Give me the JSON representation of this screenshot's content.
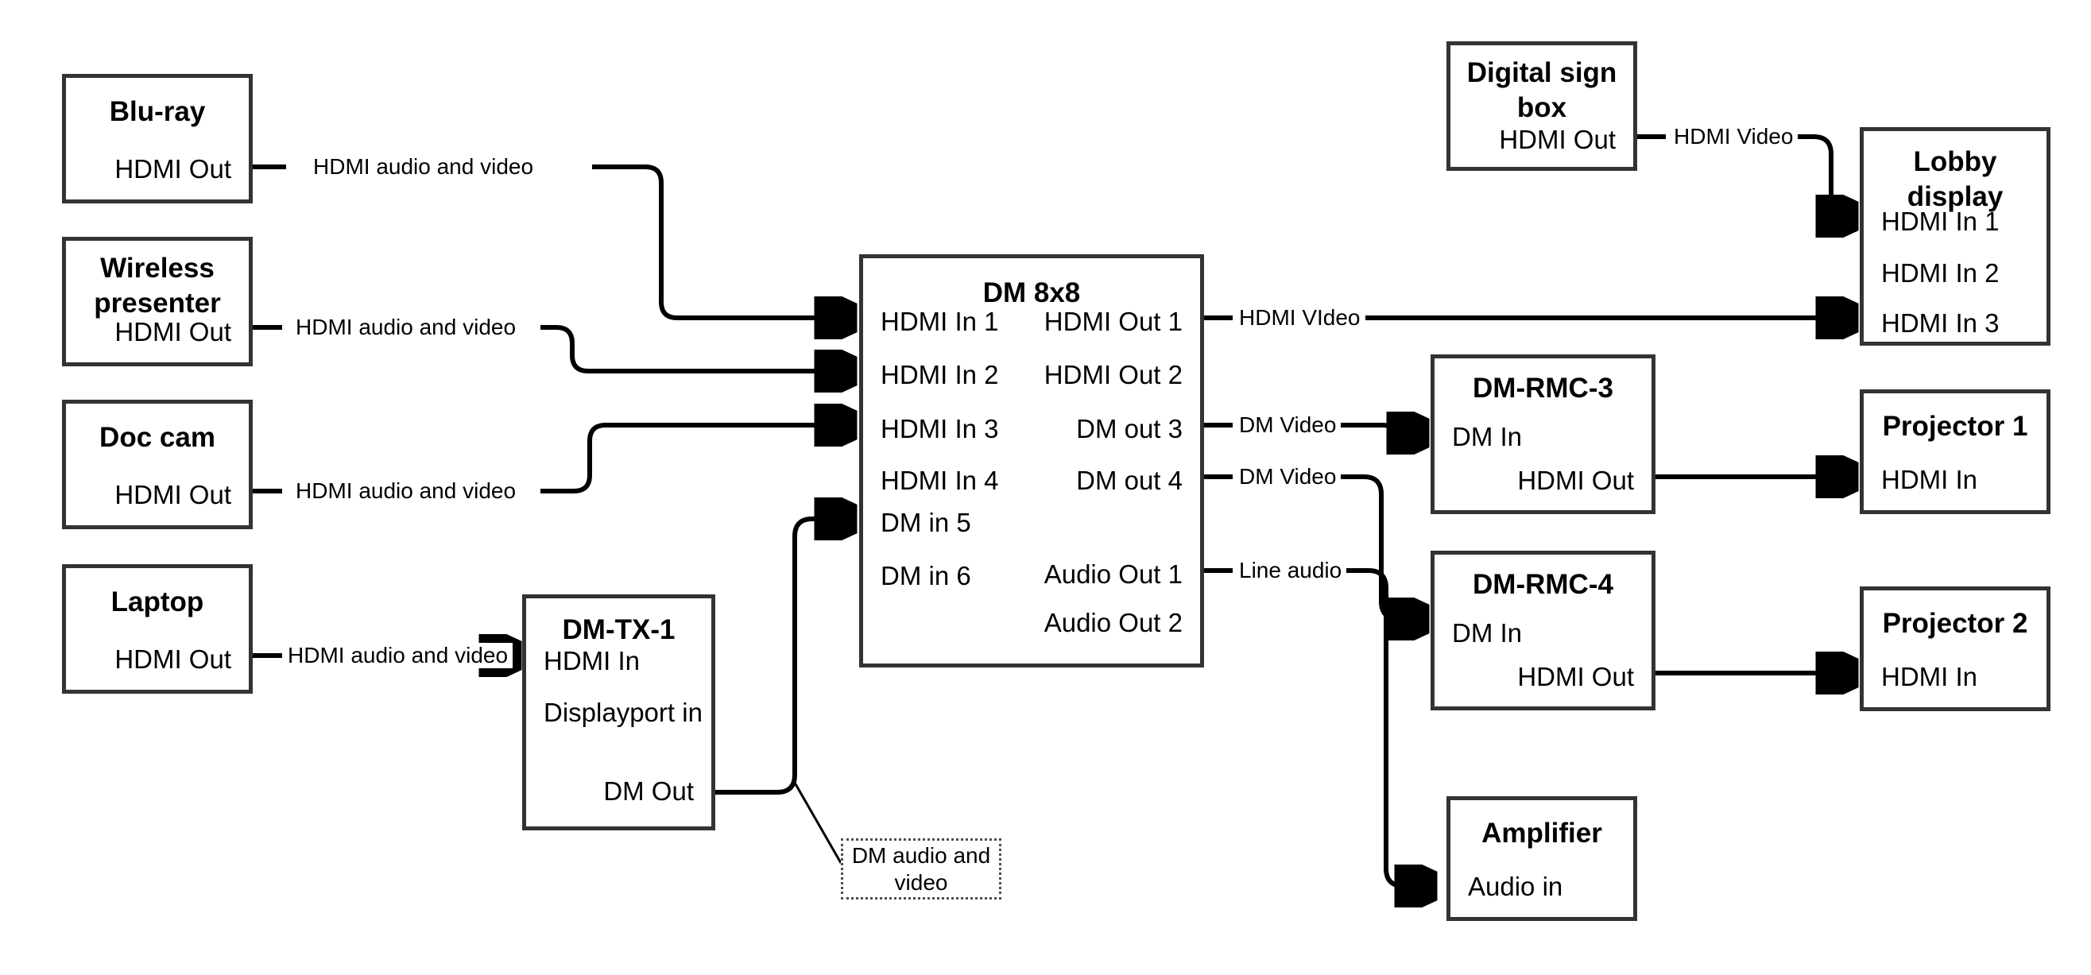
{
  "diagram": {
    "title": "AV signal flow diagram",
    "stroke_color": "#000000",
    "node_border_color": "#333333",
    "background": "#ffffff"
  },
  "nodes": {
    "bluray": {
      "title": "Blu-ray",
      "ports": {
        "out1": "HDMI Out"
      }
    },
    "wireless": {
      "title": "Wireless\npresenter",
      "ports": {
        "out1": "HDMI Out"
      }
    },
    "doccam": {
      "title": "Doc cam",
      "ports": {
        "out1": "HDMI Out"
      }
    },
    "laptop": {
      "title": "Laptop",
      "ports": {
        "out1": "HDMI Out"
      }
    },
    "dmtx1": {
      "title": "DM-TX-1",
      "ports": {
        "in1": "HDMI In",
        "in2": "Displayport in",
        "out1": "DM Out"
      }
    },
    "dm8x8": {
      "title": "DM 8x8",
      "ports": {
        "in1": "HDMI In 1",
        "in2": "HDMI In 2",
        "in3": "HDMI In 3",
        "in4": "HDMI In 4",
        "in5": "DM in 5",
        "in6": "DM in 6",
        "out1": "HDMI Out 1",
        "out2": "HDMI Out 2",
        "out3": "DM out 3",
        "out4": "DM out 4",
        "aout1": "Audio Out 1",
        "aout2": "Audio Out 2"
      }
    },
    "digitalsign": {
      "title": "Digital sign\nbox",
      "ports": {
        "out1": "HDMI Out"
      }
    },
    "lobbydisplay": {
      "title": "Lobby\ndisplay",
      "ports": {
        "in1": "HDMI In 1",
        "in2": "HDMI In 2",
        "in3": "HDMI In 3"
      }
    },
    "dmrmc3": {
      "title": "DM-RMC-3",
      "ports": {
        "in1": "DM In",
        "out1": "HDMI Out"
      }
    },
    "dmrmc4": {
      "title": "DM-RMC-4",
      "ports": {
        "in1": "DM In",
        "out1": "HDMI Out"
      }
    },
    "projector1": {
      "title": "Projector 1",
      "ports": {
        "in1": "HDMI In"
      }
    },
    "projector2": {
      "title": "Projector 2",
      "ports": {
        "in1": "HDMI In"
      }
    },
    "amplifier": {
      "title": "Amplifier",
      "ports": {
        "in1": "Audio in"
      }
    }
  },
  "edge_labels": {
    "bluray_to_dm": "HDMI audio and video",
    "wireless_to_dm": "HDMI audio and video",
    "doccam_to_dm": "HDMI audio and video",
    "laptop_to_dmtx1": "HDMI audio and video",
    "dmtx1_to_dm": "DM audio and video",
    "sign_to_lobby": "HDMI Video",
    "dm_out1_to_lobby": "HDMI VIdeo",
    "dm_out3_to_rmc3": "DM Video",
    "dm_out4_to_rmc4": "DM Video",
    "dm_audio_to_amp": "Line audio"
  }
}
